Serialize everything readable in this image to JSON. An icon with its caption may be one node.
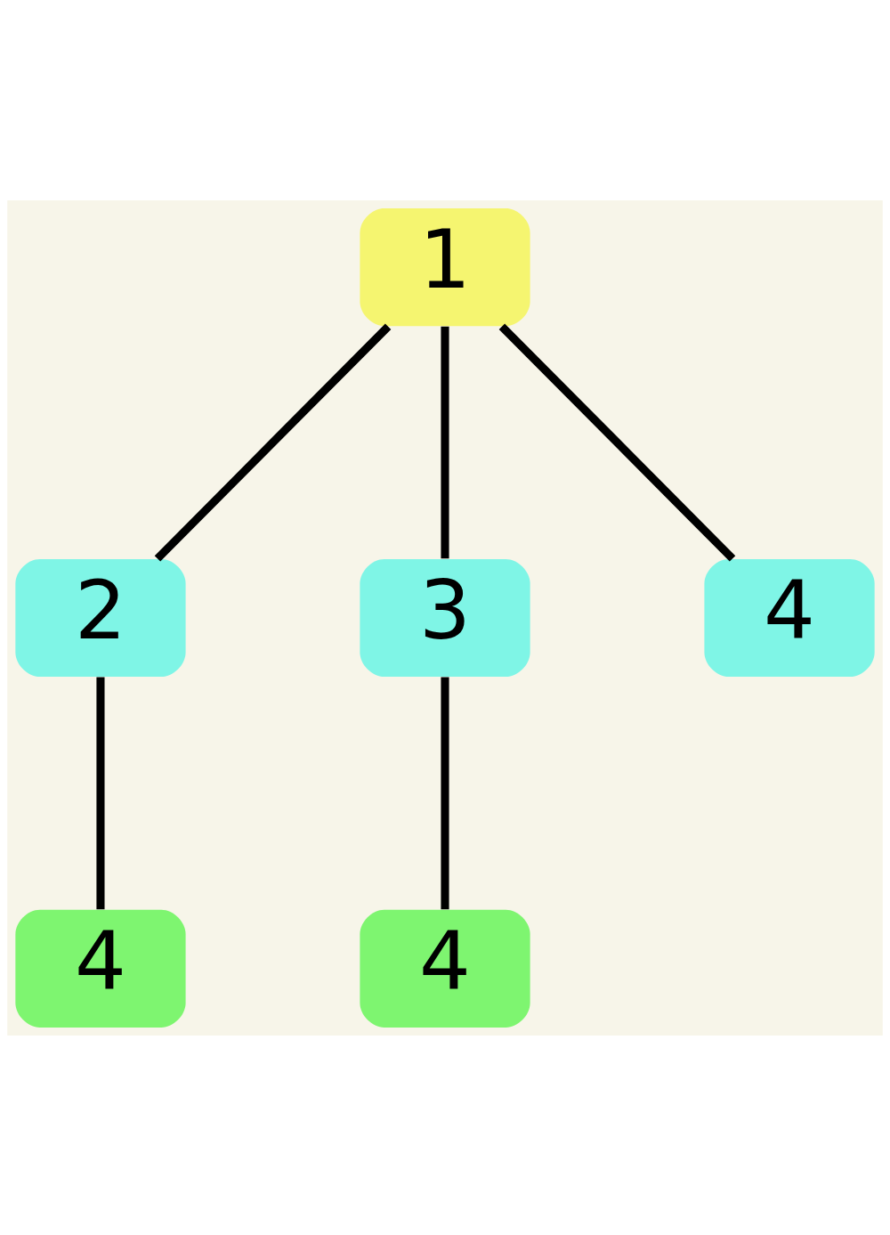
{
  "diagram": {
    "nodes": [
      {
        "text": [
          "1"
        ]
      },
      {
        "text": [
          "2"
        ]
      },
      {
        "text": [
          "3"
        ]
      },
      {
        "text": [
          "4"
        ]
      },
      {
        "text": [
          "4"
        ]
      },
      {
        "text": [
          "4"
        ]
      }
    ],
    "edges": [
      {
        "from": 0,
        "to": 1,
        "arrow": "none"
      },
      {
        "from": 0,
        "to": 2,
        "arrow": "none"
      },
      {
        "from": 0,
        "to": 3,
        "arrow": "none"
      },
      {
        "from": 1,
        "to": 4,
        "arrow": "none"
      },
      {
        "from": 2,
        "to": 5,
        "arrow": "none"
      }
    ]
  }
}
